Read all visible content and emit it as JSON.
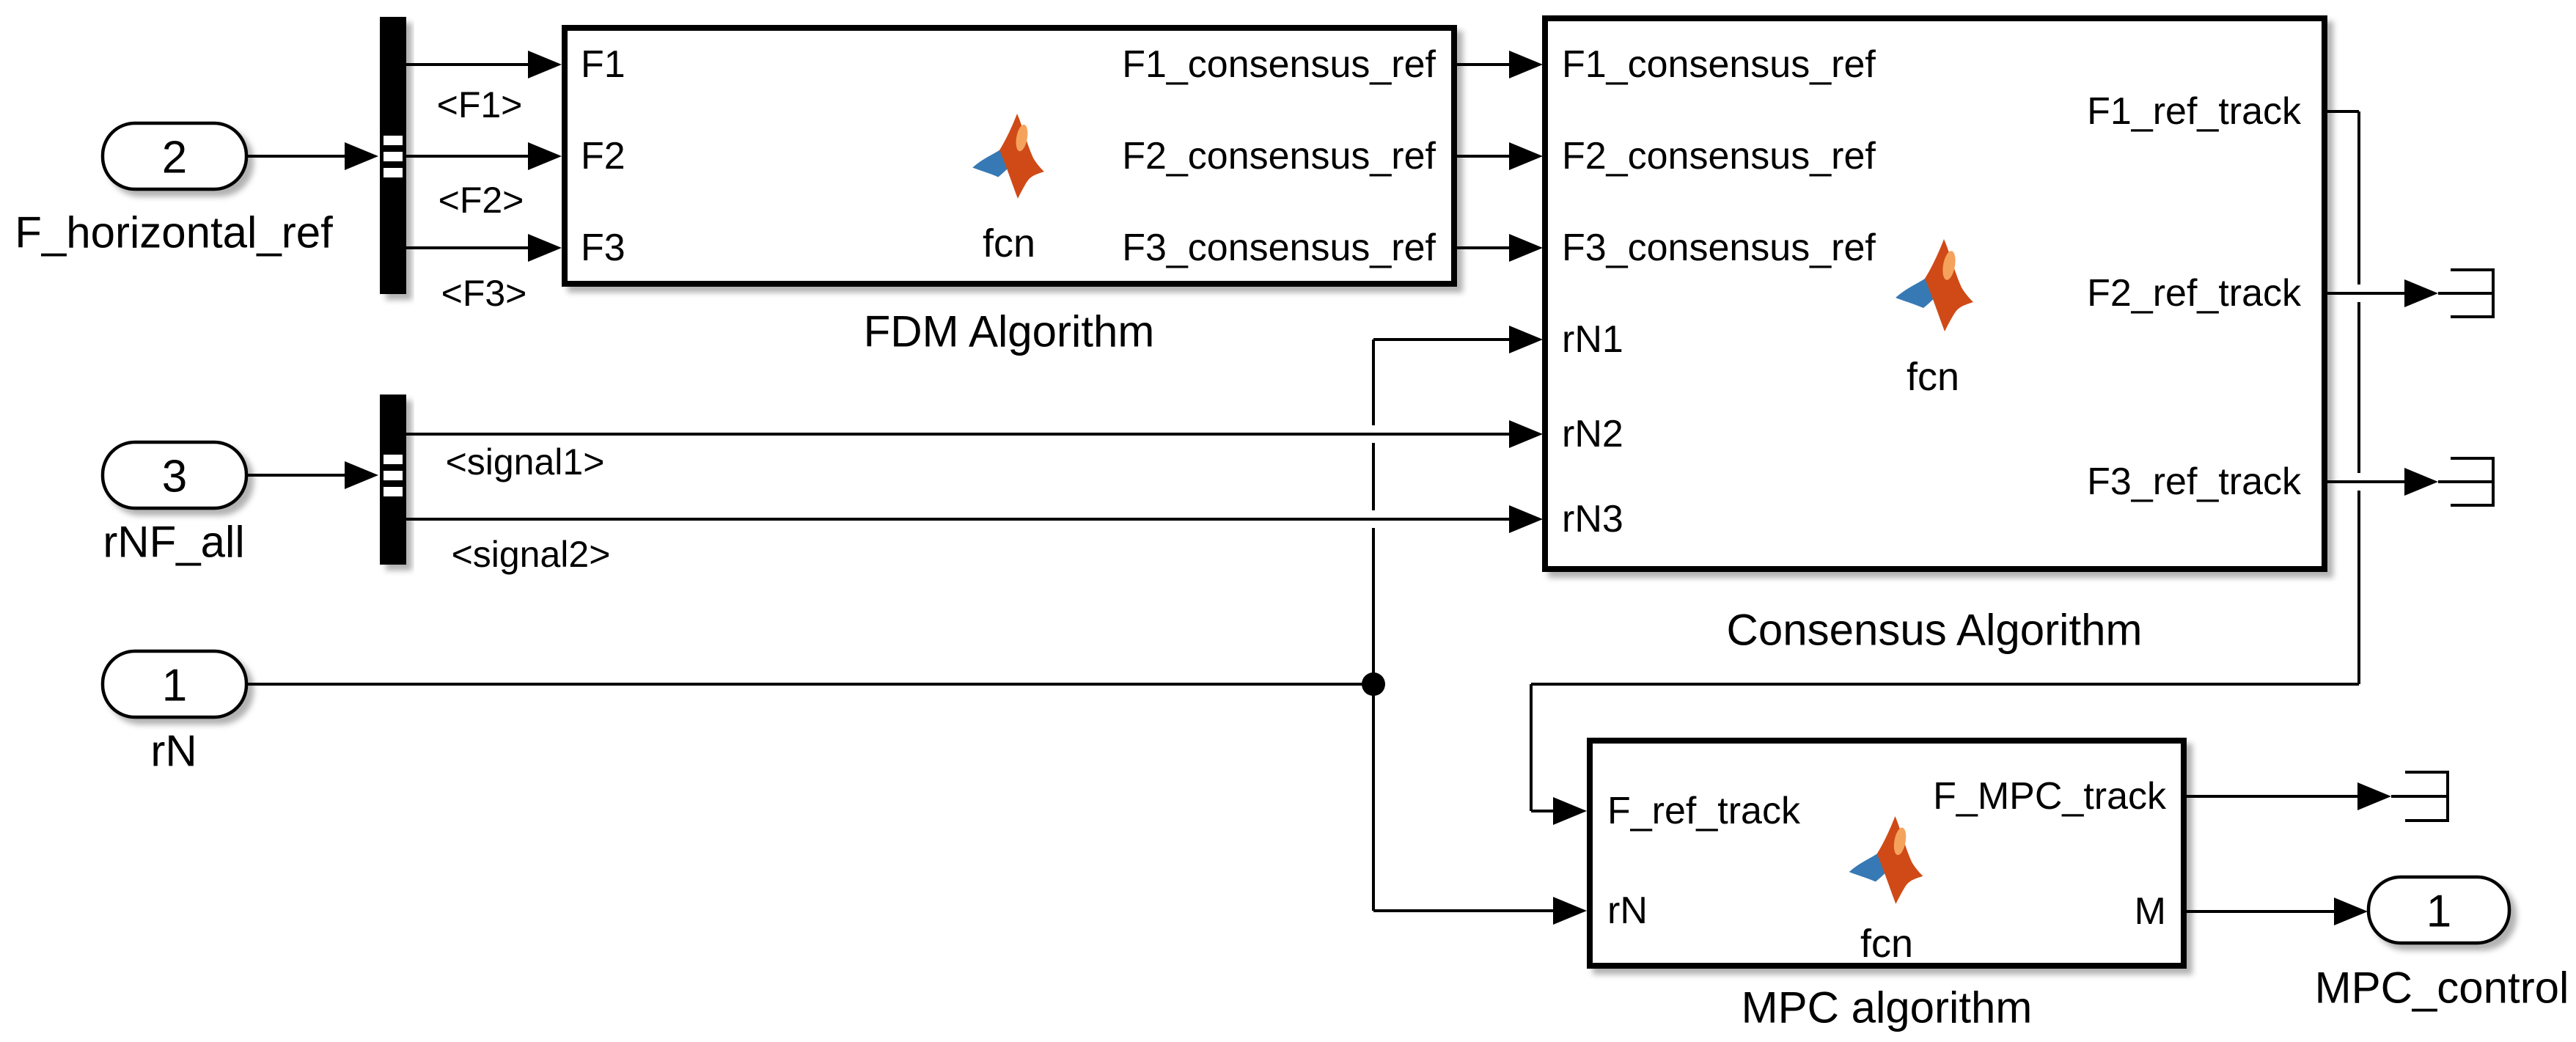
{
  "inports": [
    {
      "number": "2",
      "label": "F_horizontal_ref"
    },
    {
      "number": "3",
      "label": "rNF_all"
    },
    {
      "number": "1",
      "label": "rN"
    }
  ],
  "outports": [
    {
      "number": "1",
      "label": "MPC_control"
    }
  ],
  "bus_selectors": [
    {
      "tags": [
        "<F1>",
        "<F2>",
        "<F3>"
      ]
    },
    {
      "tags": [
        "<signal1>",
        "<signal2>"
      ]
    }
  ],
  "blocks": [
    {
      "name": "FDM Algorithm",
      "icon_label": "fcn",
      "inputs": [
        "F1",
        "F2",
        "F3"
      ],
      "outputs": [
        "F1_consensus_ref",
        "F2_consensus_ref",
        "F3_consensus_ref"
      ]
    },
    {
      "name": "Consensus Algorithm",
      "icon_label": "fcn",
      "inputs": [
        "F1_consensus_ref",
        "F2_consensus_ref",
        "F3_consensus_ref",
        "rN1",
        "rN2",
        "rN3"
      ],
      "outputs": [
        "F1_ref_track",
        "F2_ref_track",
        "F3_ref_track"
      ]
    },
    {
      "name": "MPC algorithm",
      "icon_label": "fcn",
      "inputs": [
        "F_ref_track",
        "rN"
      ],
      "outputs": [
        "F_MPC_track",
        "M"
      ]
    }
  ],
  "colors": {
    "line": "#000000",
    "block_fill": "#ffffff",
    "logo_orange": "#cf4a17",
    "logo_orange_light": "#f5a25c",
    "logo_blue": "#3679b5"
  }
}
